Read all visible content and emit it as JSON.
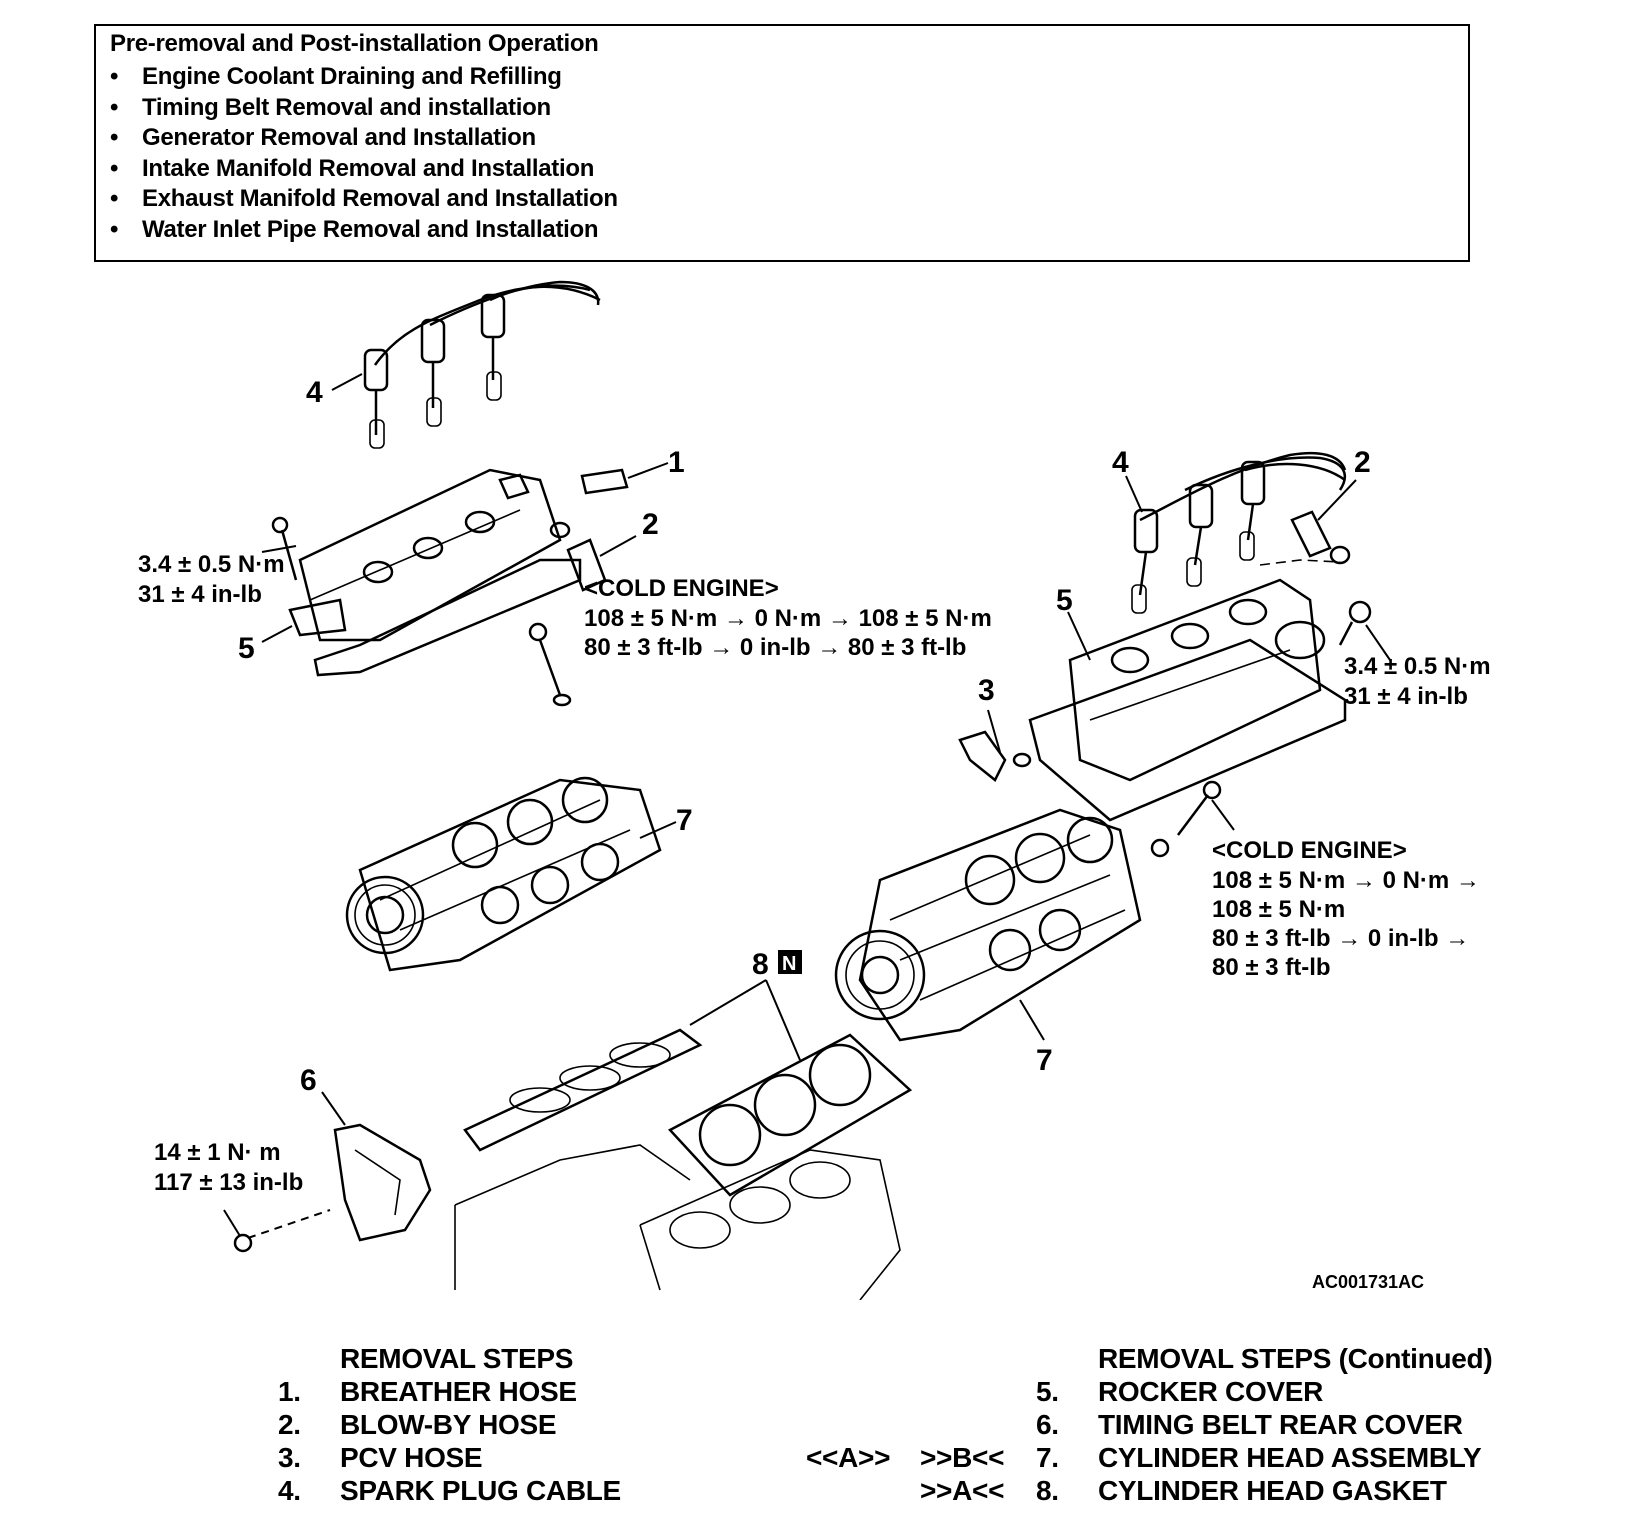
{
  "pre_removal": {
    "title": "Pre-removal and Post-installation Operation",
    "items": [
      "Engine Coolant Draining and Refilling",
      "Timing Belt Removal and installation",
      "Generator Removal and Installation",
      "Intake Manifold Removal and Installation",
      "Exhaust Manifold Removal and Installation",
      "Water Inlet Pipe Removal and Installation"
    ]
  },
  "callouts": {
    "c1": "1",
    "c2_left": "2",
    "c2_right": "2",
    "c3": "3",
    "c4_left": "4",
    "c4_right": "4",
    "c5_left": "5",
    "c5_right": "5",
    "c6": "6",
    "c7_left": "7",
    "c7_right": "7",
    "c8": "8",
    "c8_badge": "N"
  },
  "torque": {
    "left_cover_nm": "3.4 ± 0.5 N·m",
    "left_cover_inlb": "31 ± 4 in-lb",
    "right_cover_nm": "3.4 ± 0.5 N·m",
    "right_cover_inlb": "31 ± 4 in-lb",
    "cold_engine_left": {
      "label": "<COLD ENGINE>",
      "line1": "108 ± 5 N·m → 0 N·m → 108 ± 5 N·m",
      "line2": "80 ± 3 ft-lb → 0 in-lb → 80 ± 3 ft-lb"
    },
    "cold_engine_right": {
      "label": "<COLD ENGINE>",
      "line1": "108 ± 5 N·m → 0 N·m →",
      "line2": "108 ± 5 N·m",
      "line3": "80 ± 3 ft-lb → 0 in-lb →",
      "line4": "80 ± 3 ft-lb"
    },
    "rear_cover_nm": "14 ± 1 N· m",
    "rear_cover_inlb": "117 ± 13 in-lb"
  },
  "figure_code": "AC001731AC",
  "removal_steps": {
    "header": "REMOVAL STEPS",
    "items": [
      {
        "num": "1.",
        "label": "BREATHER HOSE"
      },
      {
        "num": "2.",
        "label": "BLOW-BY HOSE"
      },
      {
        "num": "3.",
        "label": "PCV HOSE"
      },
      {
        "num": "4.",
        "label": "SPARK PLUG CABLE"
      }
    ]
  },
  "removal_steps_continued": {
    "header": "REMOVAL STEPS (Continued)",
    "items": [
      {
        "num": "5.",
        "label": "ROCKER COVER",
        "code_a": "",
        "code_b": ""
      },
      {
        "num": "6.",
        "label": "TIMING BELT REAR COVER",
        "code_a": "",
        "code_b": ""
      },
      {
        "num": "7.",
        "label": "CYLINDER HEAD ASSEMBLY",
        "code_a": "<<A>>",
        "code_b": ">>B<<"
      },
      {
        "num": "8.",
        "label": "CYLINDER HEAD GASKET",
        "code_a": "",
        "code_b": ">>A<<"
      }
    ]
  }
}
